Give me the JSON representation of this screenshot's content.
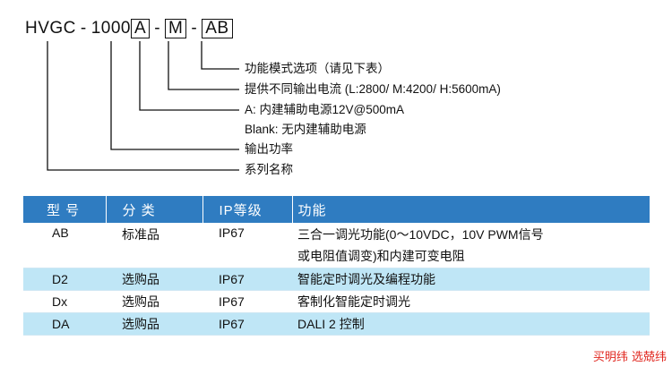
{
  "model_code": {
    "base": "HVGC",
    "sep": "-",
    "power": "1000",
    "opt_aux": "A",
    "opt_current": "M",
    "opt_func": "AB"
  },
  "legend": {
    "func_mode": "功能模式选项（请见下表）",
    "current_options": "提供不同输出电流 (L:2800/ M:4200/ H:5600mA)",
    "aux_a": "A: 内建辅助电源12V@500mA",
    "aux_blank": "Blank: 无内建辅助电源",
    "output_power": "输出功率",
    "series_name": "系列名称"
  },
  "table": {
    "headers": [
      "型 号",
      "分 类",
      "IP等级",
      "功能"
    ],
    "rows": [
      {
        "model": "AB",
        "category": "标准品",
        "ip": "IP67",
        "function_line1": "三合一调光功能(0～10VDC，10V PWM信号",
        "function_line2": "或电阻值调变)和内建可变电阻"
      },
      {
        "model": "D2",
        "category": "选购品",
        "ip": "IP67",
        "function_line1": "智能定时调光及编程功能"
      },
      {
        "model": "Dx",
        "category": "选购品",
        "ip": "IP67",
        "function_line1": "客制化智能定时调光"
      },
      {
        "model": "DA",
        "category": "选购品",
        "ip": "IP67",
        "function_line1": "DALI 2 控制"
      }
    ]
  },
  "watermark": "买明纬 选兢纬",
  "colors": {
    "header_bg": "#2f7cc1",
    "row_shade": "#bfe6f6",
    "watermark": "#e0261e"
  }
}
